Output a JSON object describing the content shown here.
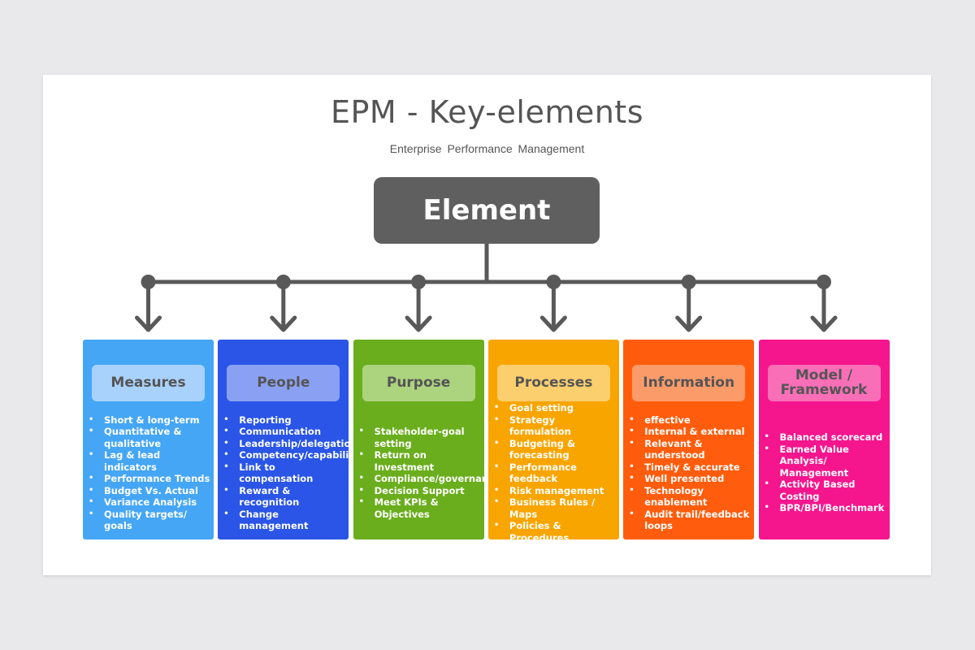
{
  "title": "EPM - Key-elements",
  "subtitle": "Enterprise  Performance  Management",
  "root": {
    "label": "Element"
  },
  "colors": {
    "connector": "#595959",
    "root_fill": "#5f5f5f"
  },
  "cards": [
    {
      "label": "Measures",
      "color": "#45a6f5",
      "head_color": "#a8d2fb",
      "items": [
        "Short & long-term",
        "Quantitative & qualitative",
        "Lag & lead indicators",
        "Performance Trends",
        "Budget Vs. Actual",
        "Variance Analysis",
        "Quality targets/ goals"
      ]
    },
    {
      "label": "People",
      "color": "#2a55e6",
      "head_color": "#8aa1f3",
      "items": [
        "Reporting",
        "Communication",
        "Leadership/delegation",
        "Competency/capability",
        "Link to compensation",
        "Reward & recognition",
        "Change management"
      ]
    },
    {
      "label": "Purpose",
      "color": "#6aae1e",
      "head_color": "#acd37e",
      "items": [
        "Stakeholder-goal setting",
        "Return on Investment",
        "Compliance/governance",
        "Decision Support",
        "Meet KPIs & Objectives"
      ]
    },
    {
      "label": "Processes",
      "color": "#f9a500",
      "head_color": "#fbcf6e",
      "items": [
        "Goal setting",
        "Strategy formulation",
        "Budgeting & forecasting",
        "Performance feedback",
        "Risk management",
        "Business Rules / Maps",
        "Policies & Procedures"
      ]
    },
    {
      "label": "Information",
      "color": "#ff5d0d",
      "head_color": "#fb9b6a",
      "items": [
        "effective",
        "Internal & external",
        "Relevant & understood",
        "Timely & accurate",
        "Well presented",
        "Technology enablement",
        "Audit trail/feedback loops"
      ]
    },
    {
      "label": "Model / Framework",
      "color": "#f5168e",
      "head_color": "#f86fb8",
      "items": [
        "Balanced scorecard",
        "Earned Value Analysis/ Management",
        "Activity Based Costing",
        "BPR/BPI/Benchmark"
      ]
    }
  ]
}
